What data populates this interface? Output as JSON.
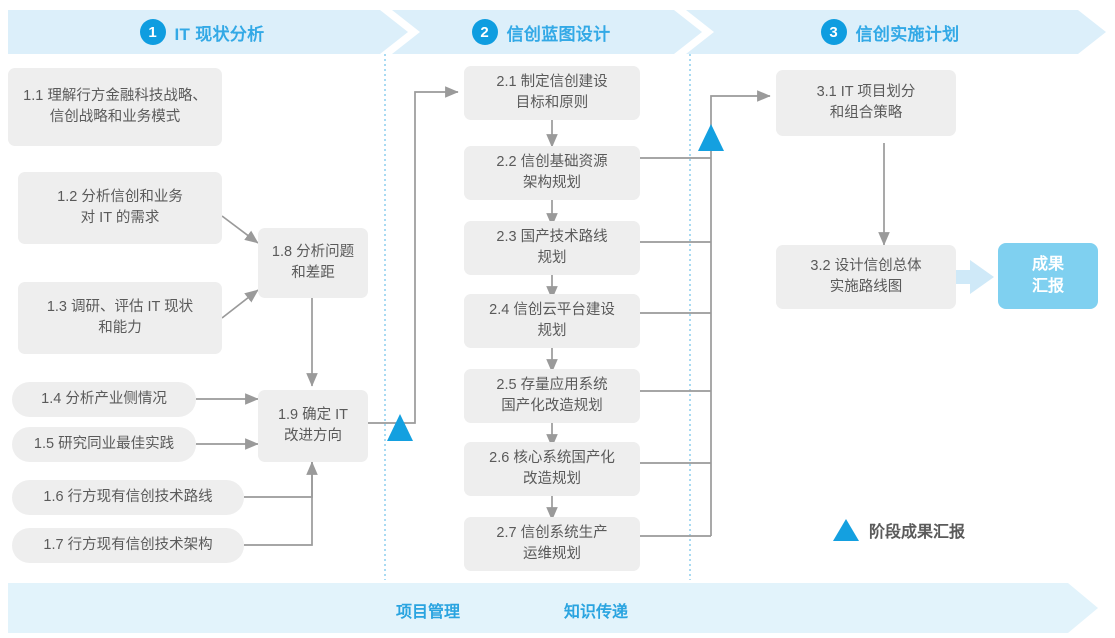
{
  "phases": [
    {
      "num": "1",
      "label": "IT 现状分析"
    },
    {
      "num": "2",
      "label": "信创蓝图设计"
    },
    {
      "num": "3",
      "label": "信创实施计划"
    }
  ],
  "nodes": [
    {
      "id": "1.1",
      "text": "1.1 理解行方金融科技战略、\n信创战略和业务模式"
    },
    {
      "id": "1.2",
      "text": "1.2 分析信创和业务\n对 IT 的需求"
    },
    {
      "id": "1.3",
      "text": "1.3 调研、评估 IT 现状\n和能力"
    },
    {
      "id": "1.4",
      "text": "1.4 分析产业侧情况"
    },
    {
      "id": "1.5",
      "text": "1.5 研究同业最佳实践"
    },
    {
      "id": "1.6",
      "text": "1.6 行方现有信创技术路线"
    },
    {
      "id": "1.7",
      "text": "1.7 行方现有信创技术架构"
    },
    {
      "id": "1.8",
      "text": "1.8 分析问题\n和差距"
    },
    {
      "id": "1.9",
      "text": "1.9 确定 IT\n改进方向"
    },
    {
      "id": "2.1",
      "text": "2.1 制定信创建设\n目标和原则"
    },
    {
      "id": "2.2",
      "text": "2.2 信创基础资源\n架构规划"
    },
    {
      "id": "2.3",
      "text": "2.3 国产技术路线\n规划"
    },
    {
      "id": "2.4",
      "text": "2.4 信创云平台建设\n规划"
    },
    {
      "id": "2.5",
      "text": "2.5 存量应用系统\n国产化改造规划"
    },
    {
      "id": "2.6",
      "text": "2.6 核心系统国产化\n改造规划"
    },
    {
      "id": "2.7",
      "text": "2.7 信创系统生产\n运维规划"
    },
    {
      "id": "3.1",
      "text": "3.1 IT 项目划分\n和组合策略"
    },
    {
      "id": "3.2",
      "text": "3.2 设计信创总体\n实施路线图"
    }
  ],
  "result": {
    "text": "成果\n汇报"
  },
  "legend": {
    "label": "阶段成果汇报",
    "marker": "triangle-up"
  },
  "footer": {
    "labels": [
      "项目管理",
      "知识传递"
    ]
  },
  "colors": {
    "band": "#dceffa",
    "accent": "#33a9e6",
    "badge": "#0f9de0",
    "node": "#eeeeee",
    "node_text": "#5a5a5a",
    "result": "#7fd0f0",
    "milestone": "#14a0e0",
    "connector": "#9a9a9a",
    "divider": "#79c7ea",
    "footer_band": "#e2f3fb"
  }
}
